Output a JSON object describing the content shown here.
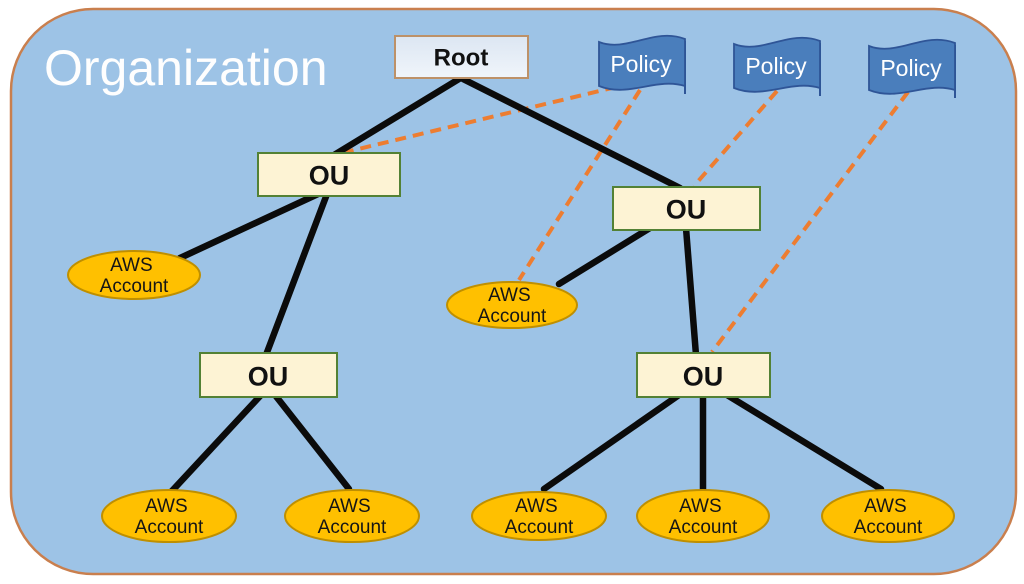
{
  "title": "Organization",
  "colors": {
    "panel_fill": "#9DC3E6",
    "panel_border": "#C97F4E",
    "root_fill_top": "#DCE6F2",
    "root_fill_bottom": "#F0F5FB",
    "root_border": "#BD9168",
    "ou_fill": "#FDF3D4",
    "ou_border": "#538135",
    "account_fill": "#FFC000",
    "account_border": "#BF8F00",
    "policy_fill": "#4A7EBC",
    "policy_border": "#2F5597",
    "tree_edge": "#0B0B0B",
    "policy_edge": "#ED7D31",
    "title_text": "#FFFFFF",
    "node_text": "#111111",
    "policy_text": "#FFFFFF"
  },
  "nodes": {
    "root": {
      "id": "root",
      "label": "Root"
    },
    "ous": [
      {
        "id": "ou-1",
        "label": "OU"
      },
      {
        "id": "ou-2",
        "label": "OU"
      },
      {
        "id": "ou-3",
        "label": "OU"
      },
      {
        "id": "ou-4",
        "label": "OU"
      }
    ],
    "accounts": [
      {
        "id": "aws-account-1",
        "line1": "AWS",
        "line2": "Account"
      },
      {
        "id": "aws-account-2",
        "line1": "AWS",
        "line2": "Account"
      },
      {
        "id": "aws-account-3",
        "line1": "AWS",
        "line2": "Account"
      },
      {
        "id": "aws-account-4",
        "line1": "AWS",
        "line2": "Account"
      },
      {
        "id": "aws-account-5",
        "line1": "AWS",
        "line2": "Account"
      },
      {
        "id": "aws-account-6",
        "line1": "AWS",
        "line2": "Account"
      },
      {
        "id": "aws-account-7",
        "line1": "AWS",
        "line2": "Account"
      }
    ],
    "policies": [
      {
        "id": "policy-1",
        "label": "Policy"
      },
      {
        "id": "policy-2",
        "label": "Policy"
      },
      {
        "id": "policy-3",
        "label": "Policy"
      }
    ]
  },
  "hierarchy": {
    "tree_edges": [
      {
        "from": "root",
        "to": "ou-1"
      },
      {
        "from": "root",
        "to": "ou-2"
      },
      {
        "from": "ou-1",
        "to": "aws-account-1"
      },
      {
        "from": "ou-1",
        "to": "ou-3"
      },
      {
        "from": "ou-2",
        "to": "aws-account-2"
      },
      {
        "from": "ou-2",
        "to": "ou-4"
      },
      {
        "from": "ou-3",
        "to": "aws-account-3"
      },
      {
        "from": "ou-3",
        "to": "aws-account-4"
      },
      {
        "from": "ou-4",
        "to": "aws-account-5"
      },
      {
        "from": "ou-4",
        "to": "aws-account-6"
      },
      {
        "from": "ou-4",
        "to": "aws-account-7"
      }
    ],
    "policy_attachments": [
      {
        "from": "policy-1",
        "to": "ou-1"
      },
      {
        "from": "policy-1",
        "to": "aws-account-2"
      },
      {
        "from": "policy-2",
        "to": "ou-2"
      },
      {
        "from": "policy-3",
        "to": "ou-4"
      }
    ]
  }
}
